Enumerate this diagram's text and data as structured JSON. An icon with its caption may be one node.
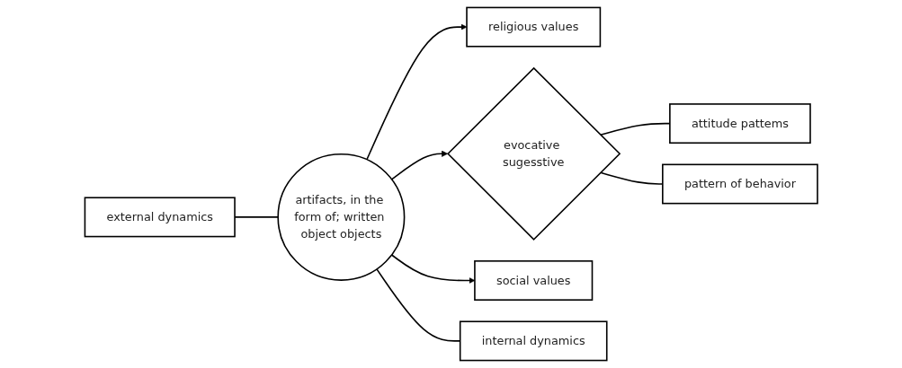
{
  "diagram": {
    "nodes": [
      {
        "text": [
          "external dynamics"
        ]
      },
      {
        "text": [
          "religious values"
        ]
      },
      {
        "text": [
          "artifacts, in the form of; written object objects"
        ]
      },
      {
        "text": [
          "evocative sugesstive"
        ]
      },
      {
        "text": [
          "attitude pattems"
        ]
      },
      {
        "text": [
          "social values"
        ]
      },
      {
        "text": [
          "pattern of behavior"
        ]
      },
      {
        "text": [
          "internal dynamics"
        ]
      }
    ],
    "edges": [
      {
        "from": 0,
        "to": 2,
        "arrow": "none"
      },
      {
        "from": 2,
        "to": 1,
        "arrow": "to"
      },
      {
        "from": 2,
        "to": 5,
        "arrow": "to"
      },
      {
        "from": 2,
        "to": 3,
        "arrow": "to"
      },
      {
        "from": 3,
        "to": 4,
        "arrow": "none"
      },
      {
        "from": 3,
        "to": 6,
        "arrow": "none"
      },
      {
        "from": 2,
        "to": 7,
        "arrow": "none"
      }
    ]
  }
}
